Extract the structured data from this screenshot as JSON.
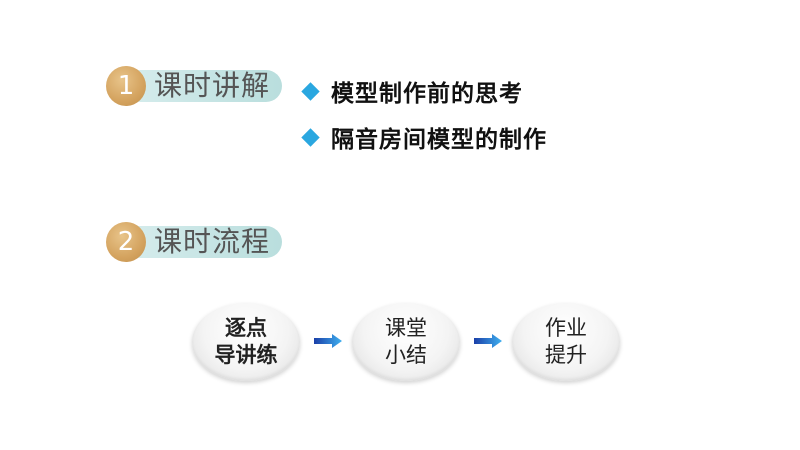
{
  "section1": {
    "number": "1",
    "title": "课时讲解"
  },
  "bullets": [
    {
      "text": "模型制作前的思考"
    },
    {
      "text": "隔音房间模型的制作"
    }
  ],
  "section2": {
    "number": "2",
    "title": "课时流程"
  },
  "flow": {
    "steps": [
      {
        "line1": "逐点",
        "line2": "导讲练"
      },
      {
        "line1": "课堂",
        "line2": "小结"
      },
      {
        "line1": "作业",
        "line2": "提升"
      }
    ]
  },
  "colors": {
    "accent_gold": "#d4a35f",
    "pill_teal": "#c6e5e4",
    "bullet_blue": "#2aa7e0",
    "arrow_blue": "#1f6fd6"
  }
}
